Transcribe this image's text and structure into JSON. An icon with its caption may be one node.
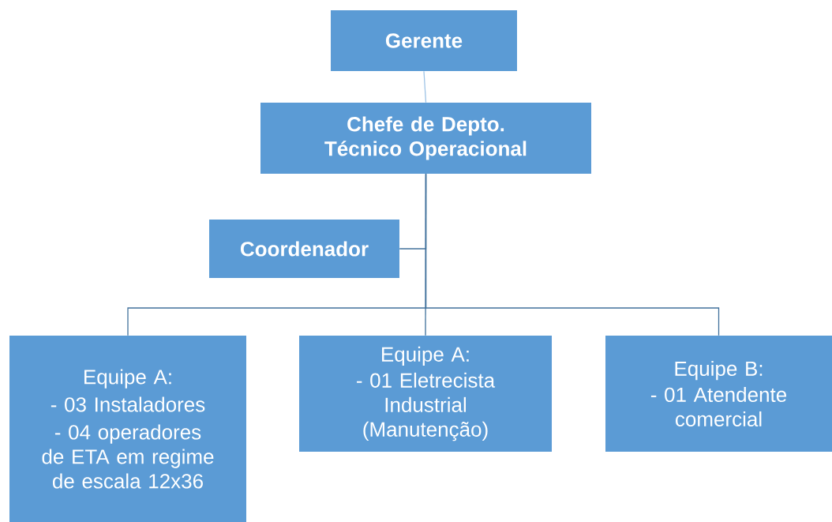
{
  "diagram": {
    "nodes": [
      {
        "text": [
          "Gerente"
        ]
      },
      {
        "text": [
          "Chefe de Depto. Técnico Operacional"
        ]
      },
      {
        "text": [
          "Coordenador"
        ]
      },
      {
        "text": [
          "Equipe A:",
          "- 03 Instaladores",
          "- 04 operadores de ETA em regime de escala 12x36"
        ]
      },
      {
        "text": [
          "Equipe A:",
          "- 01 Eletrecista Industrial (Manutenção)"
        ]
      },
      {
        "text": [
          "Equipe B:",
          "- 01 Atendente comercial"
        ]
      }
    ],
    "edges": [
      {
        "from": 0,
        "to": 1,
        "arrow": "none",
        "color": "#9dc3e6"
      },
      {
        "from": 1,
        "to": 2,
        "arrow": "none"
      },
      {
        "from": 1,
        "to": 3,
        "arrow": "none"
      },
      {
        "from": 1,
        "to": 4,
        "arrow": "none"
      },
      {
        "from": 1,
        "to": 5,
        "arrow": "none"
      }
    ]
  }
}
